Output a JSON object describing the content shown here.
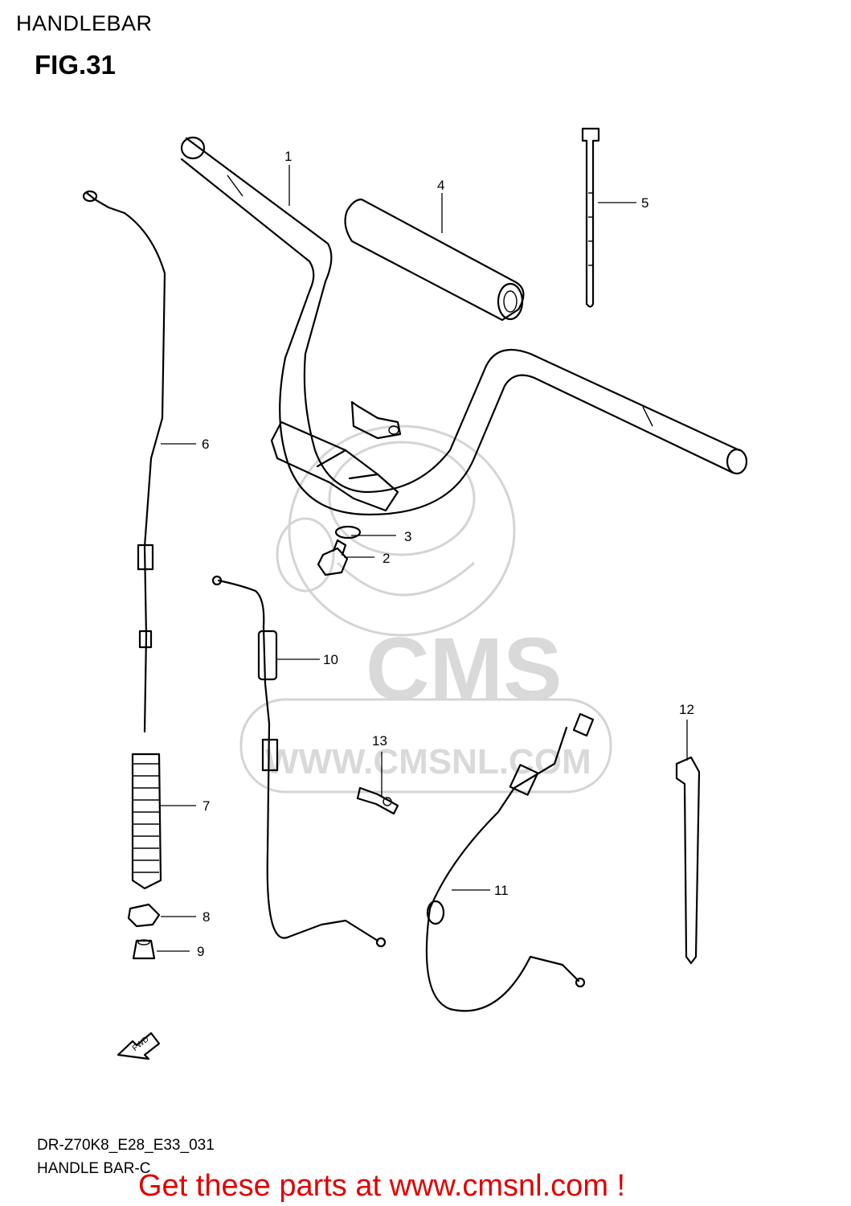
{
  "header": {
    "title": "HANDLEBAR",
    "figure": "FIG.31"
  },
  "watermark": {
    "brand": "CMS",
    "url": "WWW.CMSNL.COM"
  },
  "callouts": [
    "1",
    "2",
    "3",
    "4",
    "5",
    "6",
    "7",
    "8",
    "9",
    "10",
    "11",
    "12",
    "13"
  ],
  "fwd_label": "FWD",
  "footer": {
    "code": "DR-Z70K8_E28_E33_031",
    "name": "HANDLE BAR-C",
    "promo": "Get these parts at www.cmsnl.com !"
  },
  "colors": {
    "promo": "#e00000",
    "watermark": "#d4d4d4"
  }
}
